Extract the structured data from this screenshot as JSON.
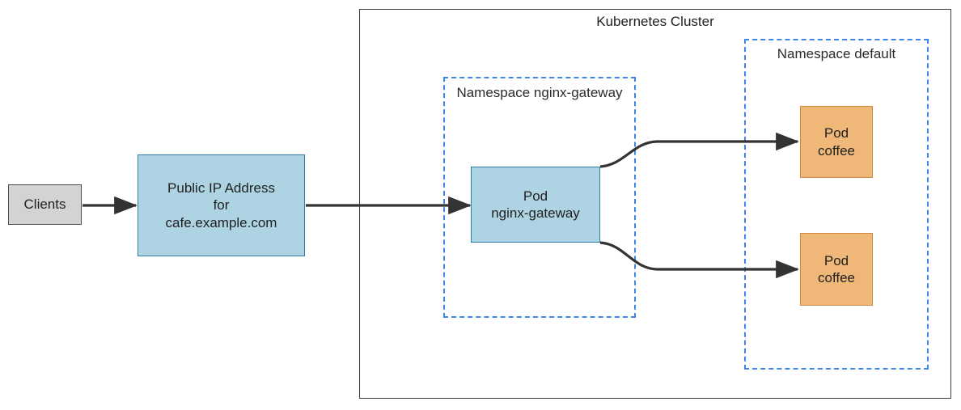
{
  "diagram": {
    "title": "Kubernetes Cluster",
    "colors": {
      "gray_fill": "#d3d3d3",
      "gray_border": "#4d4d4d",
      "blue_fill": "#aed4e4",
      "blue_border": "#2e7da8",
      "orange_fill": "#f0b878",
      "orange_border": "#d2883c",
      "namespace_border": "#3d85e8",
      "cluster_border": "#3a3a3a",
      "edge": "#333333"
    }
  },
  "nodes": {
    "clients": {
      "label": "Clients"
    },
    "public_ip": {
      "line1": "Public IP Address",
      "line2": "for",
      "line3": "cafe.example.com"
    },
    "gateway_pod": {
      "line1": "Pod",
      "line2": "nginx-gateway"
    },
    "coffee_pod_top": {
      "line1": "Pod",
      "line2": "coffee"
    },
    "coffee_pod_bottom": {
      "line1": "Pod",
      "line2": "coffee"
    }
  },
  "namespaces": {
    "nginx_gateway": {
      "line1": "Namespace",
      "line2": "nginx-gateway"
    },
    "default": {
      "line1": "Namespace",
      "line2": "default"
    }
  }
}
